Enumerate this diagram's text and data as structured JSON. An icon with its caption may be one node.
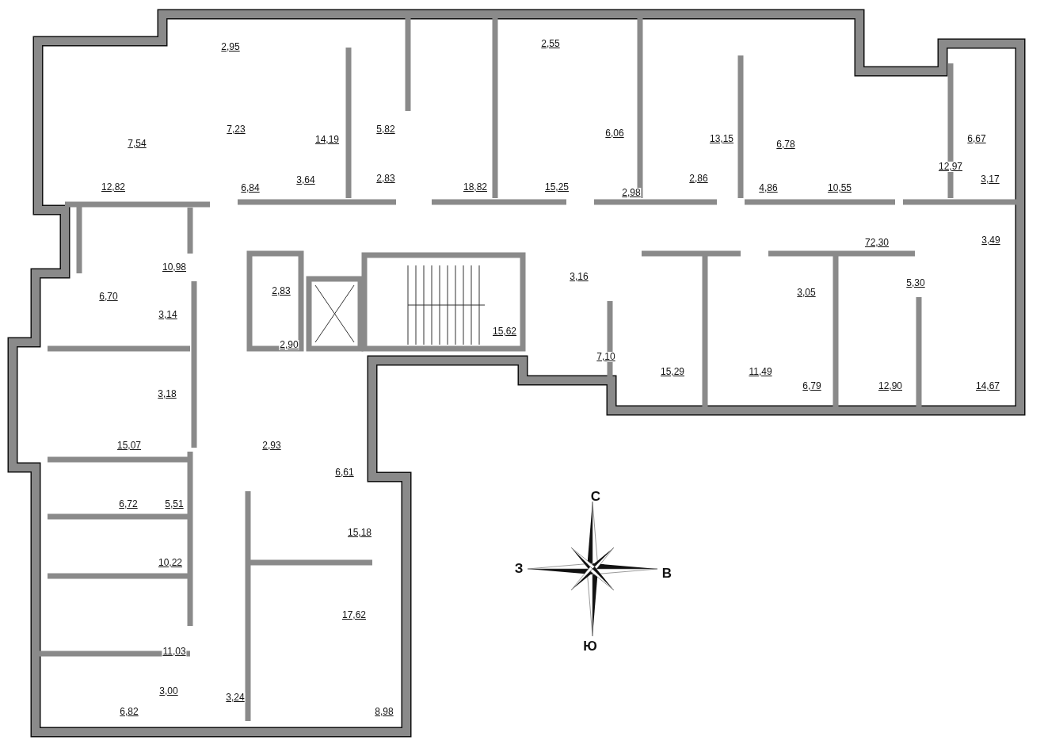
{
  "diagram": {
    "labels": [
      "2,95",
      "2,55",
      "7,23",
      "5,82",
      "6,06",
      "13,15",
      "6,78",
      "6,67",
      "14,19",
      "7,54",
      "12,82",
      "6,84",
      "3,64",
      "2,83",
      "18,82",
      "15,25",
      "2,98",
      "2,86",
      "4,86",
      "10,55",
      "12,97",
      "3,17",
      "3,49",
      "72,30",
      "10,98",
      "5,30",
      "2,83",
      "3,16",
      "3,05",
      "6,70",
      "3,14",
      "15,62",
      "2,90",
      "7,10",
      "15,29",
      "11,49",
      "6,79",
      "12,90",
      "14,67",
      "3,18",
      "2,93",
      "15,07",
      "6,61",
      "6,72",
      "5,51",
      "15,18",
      "10,22",
      "17,62",
      "11,03",
      "3,00",
      "3,24",
      "8,98",
      "6,82",
      "С",
      "З",
      "В",
      "Ю"
    ]
  }
}
